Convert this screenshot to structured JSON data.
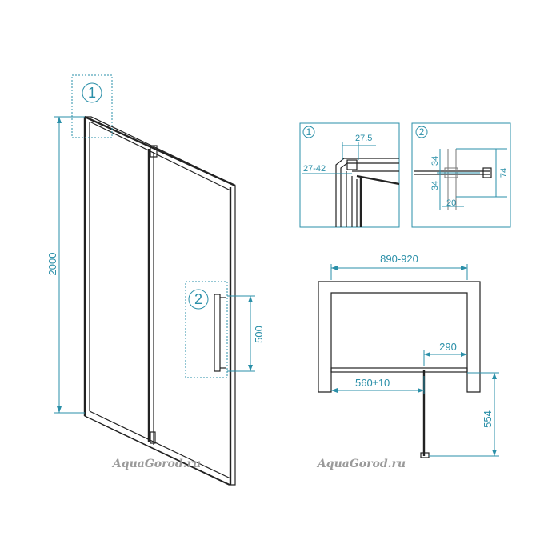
{
  "markers": {
    "m1": "1",
    "m2": "2"
  },
  "dimensions": {
    "height_total": "2000",
    "handle_length": "500",
    "detail1_width": "27.5",
    "detail1_range": "27-42",
    "detail2_top": "34",
    "detail2_bottom": "34",
    "detail2_total": "74",
    "detail2_width": "20",
    "plan_width": "890-920",
    "plan_fixed": "290",
    "plan_opening": "560±10",
    "plan_swing": "554"
  },
  "watermark": {
    "left": "AquaGorod.ru",
    "right": "AquaGorod.ru"
  },
  "colors": {
    "dimension": "#2a8fa8",
    "frame": "#222222"
  }
}
